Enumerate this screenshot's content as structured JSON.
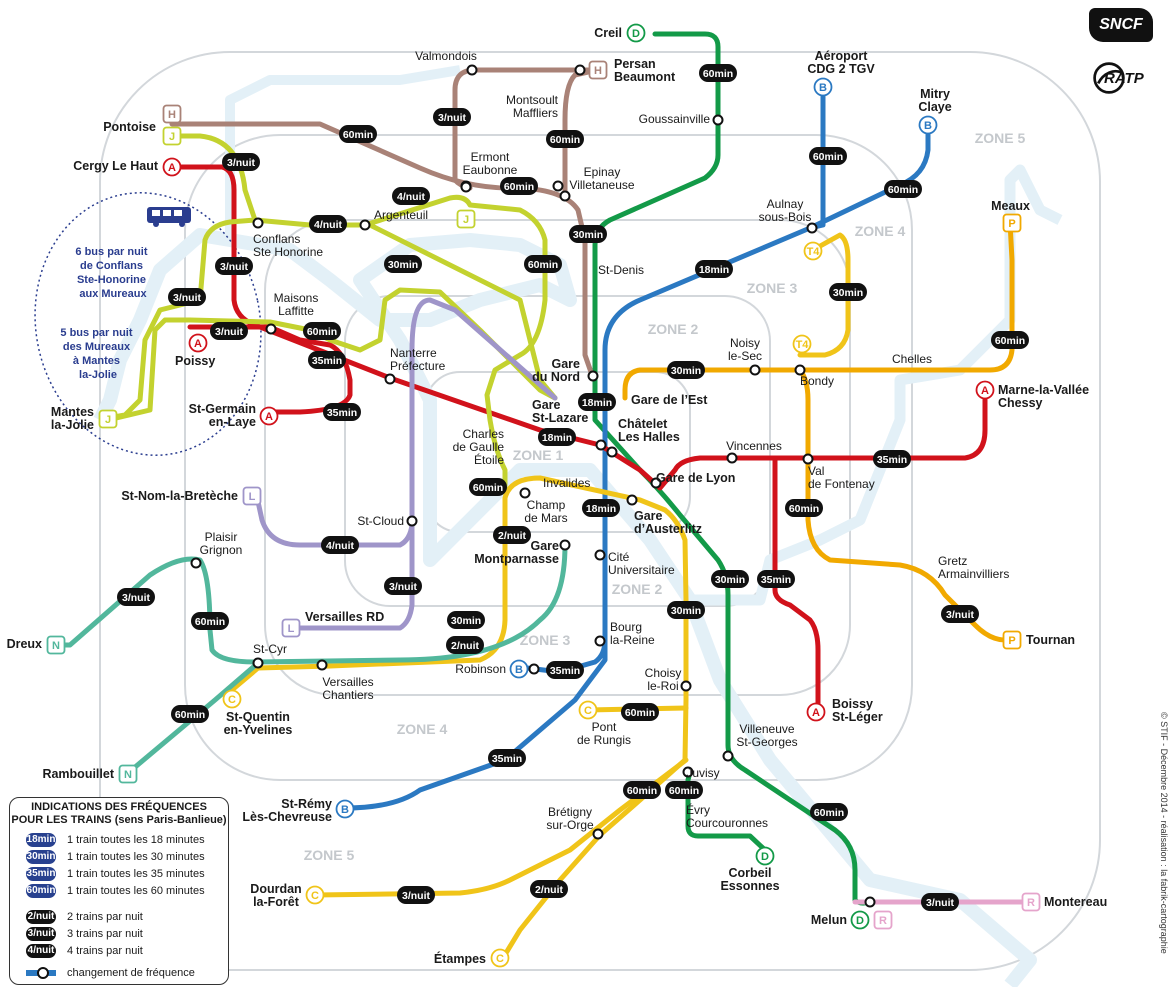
{
  "logos": {
    "sncf": "SNCF",
    "ratp": "RATP"
  },
  "zones": [
    "ZONE 1",
    "ZONE 2",
    "ZONE 2",
    "ZONE 3",
    "ZONE 3",
    "ZONE 4",
    "ZONE 4",
    "ZONE 5",
    "ZONE 5"
  ],
  "line_colors": {
    "A": "#d1121b",
    "B": "#2b79c2",
    "C": "#f0c419",
    "D": "#139a48",
    "H": "#a98277",
    "J": "#c3d22f",
    "L": "#9f95c9",
    "N": "#52b79c",
    "P": "#f1a900",
    "R": "#e5a4cb",
    "T4": "#f0c419"
  },
  "stations": {
    "creil": "Creil",
    "persan": [
      "Persan",
      "Beaumont"
    ],
    "valmondois": "Valmondois",
    "montsoult": [
      "Montsoult",
      "Maffliers"
    ],
    "goussainville": "Goussainville",
    "aeroport": [
      "Aéroport",
      "CDG 2 TGV"
    ],
    "mitry": [
      "Mitry",
      "Claye"
    ],
    "pontoise": "Pontoise",
    "cergy": "Cergy Le Haut",
    "ermont": [
      "Ermont",
      "Eaubonne"
    ],
    "epinay": [
      "Epinay",
      "Villetaneuse"
    ],
    "argenteuil": "Argenteuil",
    "conflans": [
      "Conflans",
      "Ste Honorine"
    ],
    "aulnay": [
      "Aulnay",
      "sous-Bois"
    ],
    "meaux": "Meaux",
    "stdenis": "St-Denis",
    "maisons": [
      "Maisons",
      "Laffitte"
    ],
    "poissy": "Poissy",
    "nanterre": [
      "Nanterre",
      "Préfecture"
    ],
    "noisy": [
      "Noisy",
      "le-Sec"
    ],
    "chelles": "Chelles",
    "bondy": "Bondy",
    "garedunord": [
      "Gare",
      "du Nord"
    ],
    "garedelest": "Gare de l’Est",
    "mantes": [
      "Mantes",
      "la-Jolie"
    ],
    "stgermain": [
      "St-Germain",
      "en-Laye"
    ],
    "garestlazare": [
      "Gare",
      "St-Lazare"
    ],
    "chatelet": [
      "Châtelet",
      "Les Halles"
    ],
    "marne": [
      "Marne-la-Vallée",
      "Chessy"
    ],
    "charles": [
      "Charles",
      "de Gaulle",
      "Étoile"
    ],
    "vincennes": "Vincennes",
    "valdefontenay": [
      "Val",
      "de Fontenay"
    ],
    "garedelyon": "Gare de Lyon",
    "invalides": "Invalides",
    "champdemars": [
      "Champ",
      "de Mars"
    ],
    "austerlitz": [
      "Gare",
      "d’Austerlitz"
    ],
    "stnom": "St-Nom-la-Bretèche",
    "stcloud": "St-Cloud",
    "montparnasse": [
      "Gare",
      "Montparnasse"
    ],
    "plaisir": [
      "Plaisir",
      "Grignon"
    ],
    "cite": [
      "Cité",
      "Universitaire"
    ],
    "gretz": [
      "Gretz",
      "Armainvilliers"
    ],
    "tournan": "Tournan",
    "versaillesrd": "Versailles RD",
    "dreux": "Dreux",
    "bourg": [
      "Bourg",
      "la-Reine"
    ],
    "stcyr": "St-Cyr",
    "robinson": "Robinson",
    "versailleschantiers": [
      "Versailles",
      "Chantiers"
    ],
    "choisy": [
      "Choisy",
      "le-Roi"
    ],
    "boissy": [
      "Boissy",
      "St-Léger"
    ],
    "stquentin": [
      "St-Quentin",
      "en-Yvelines"
    ],
    "pontderungis": [
      "Pont",
      "de Rungis"
    ],
    "villeneuve": [
      "Villeneuve",
      "St-Georges"
    ],
    "rambouillet": "Rambouillet",
    "juvisy": "Juvisy",
    "stremy": [
      "St-Rémy",
      "Lès-Chevreuse"
    ],
    "evry": [
      "Évry",
      "Courcouronnes"
    ],
    "bretigny": [
      "Brétigny",
      "sur-Orge"
    ],
    "corbeil": [
      "Corbeil",
      "Essonnes"
    ],
    "dourdan": [
      "Dourdan",
      "la-Forêt"
    ],
    "melun": "Melun",
    "montereau": "Montereau",
    "etampes": "Étampes"
  },
  "bus_note": {
    "conflans_mureaux": [
      "6 bus par nuit",
      "de Conflans",
      "Ste-Honorine",
      "aux Mureaux"
    ],
    "mureaux_mantes": [
      "5 bus par nuit",
      "des Mureaux",
      "à Mantes",
      "la-Jolie"
    ]
  },
  "frequency_badges": {
    "60min": "60min",
    "30min": "30min",
    "35min": "35min",
    "18min": "18min",
    "2n": "2/nuit",
    "3n": "3/nuit",
    "4n": "4/nuit"
  },
  "legend": {
    "title": [
      "INDICATIONS DES FRÉQUENCES",
      "POUR LES TRAINS (sens Paris-Banlieue)"
    ],
    "rows": [
      {
        "badge": "18min",
        "text": "1 train toutes les 18 minutes",
        "kind": "blue"
      },
      {
        "badge": "30min",
        "text": "1 train toutes les 30 minutes",
        "kind": "blue"
      },
      {
        "badge": "35min",
        "text": "1 train toutes les 35 minutes",
        "kind": "blue"
      },
      {
        "badge": "60min",
        "text": "1 train toutes les 60 minutes",
        "kind": "blue"
      },
      {
        "badge": "2/nuit",
        "text": "2 trains par nuit",
        "kind": "black"
      },
      {
        "badge": "3/nuit",
        "text": "3 trains par nuit",
        "kind": "black"
      },
      {
        "badge": "4/nuit",
        "text": "4 trains par nuit",
        "kind": "black"
      },
      {
        "badge": "",
        "text": "changement de fréquence",
        "kind": "change"
      }
    ]
  },
  "copyright": "© STIF - Décembre 2014 - réalisation : la fabrik-cartographie"
}
